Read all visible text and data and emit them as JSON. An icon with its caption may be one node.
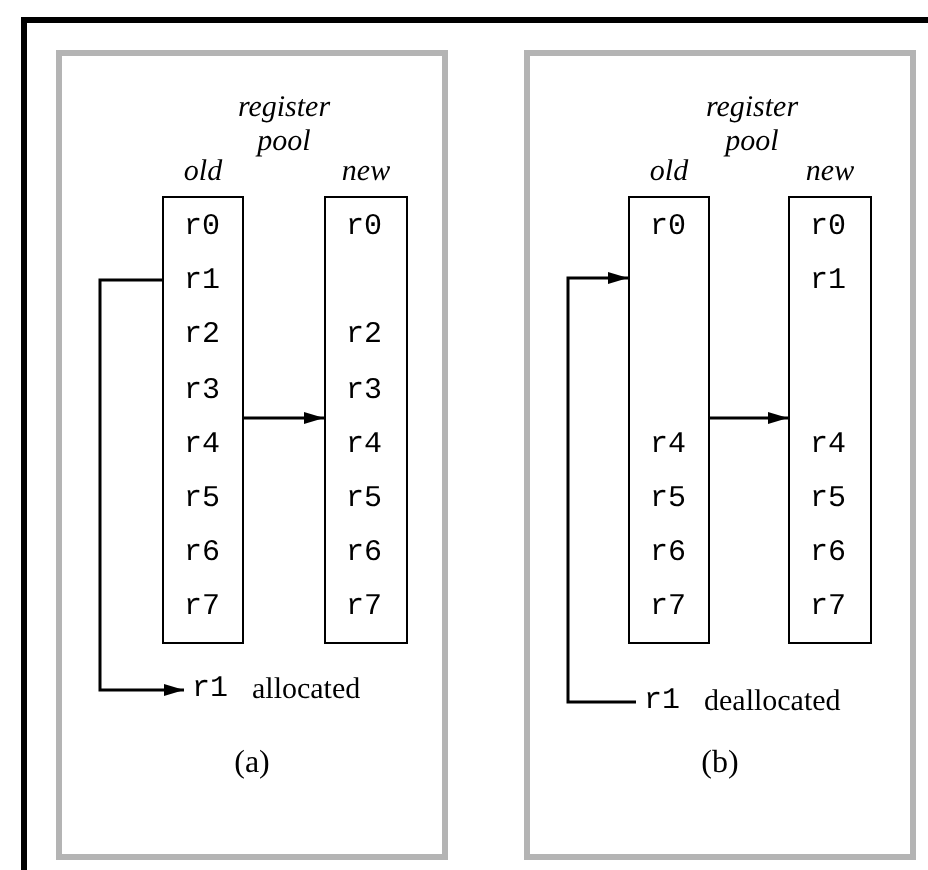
{
  "diagram": {
    "nodes": [
      {
        "text": [
          "(a)"
        ]
      },
      {
        "text": [
          "old",
          "r0",
          "r1",
          "r2",
          "r3",
          "r4",
          "r5",
          "r6",
          "r7"
        ],
        "in": 0
      },
      {
        "text": [
          "new",
          "r0",
          "r2",
          "r3",
          "r4",
          "r5",
          "r6",
          "r7"
        ],
        "in": 0
      },
      {
        "text": [
          "r1",
          "allocated"
        ],
        "in": 0
      },
      {
        "text": [
          "(b)"
        ]
      },
      {
        "text": [
          "old",
          "r0",
          "r4",
          "r5",
          "r6",
          "r7"
        ],
        "in": 4
      },
      {
        "text": [
          "new",
          "r0",
          "r1",
          "r4",
          "r5",
          "r6",
          "r7"
        ],
        "in": 4
      },
      {
        "text": [
          "r1",
          "deallocated"
        ],
        "in": 4
      }
    ],
    "edges": [
      {
        "from": 1,
        "to": 2,
        "arrow": "to"
      },
      {
        "from": 1,
        "to": 3,
        "arrow": "to"
      },
      {
        "from": 5,
        "to": 6,
        "arrow": "to"
      },
      {
        "from": 7,
        "to": 5,
        "arrow": "to"
      }
    ],
    "labels": [
      "register pool",
      "register pool"
    ]
  }
}
